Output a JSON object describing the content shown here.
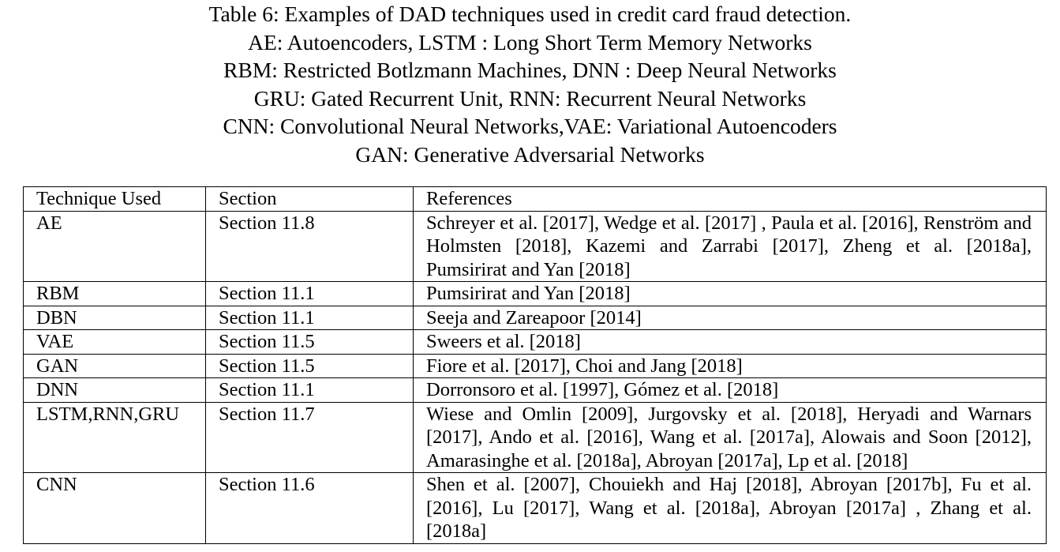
{
  "caption": {
    "lines": [
      "Table 6: Examples of DAD techniques used in credit card fraud detection.",
      "AE: Autoencoders, LSTM : Long Short Term Memory Networks",
      "RBM: Restricted Botlzmann Machines, DNN : Deep Neural Networks",
      "GRU: Gated Recurrent Unit, RNN: Recurrent Neural Networks",
      "CNN: Convolutional Neural Networks,VAE: Variational Autoencoders",
      "GAN: Generative Adversarial Networks"
    ]
  },
  "table": {
    "headers": [
      "Technique Used",
      "Section",
      "References"
    ],
    "rows": [
      {
        "technique": "AE",
        "section": "Section  11.8",
        "references": "Schreyer et al. [2017], Wedge et al. [2017] , Paula et al. [2016], Renström and Holmsten [2018], Kazemi and Zarrabi [2017], Zheng et al. [2018a], Pumsirirat and Yan [2018]"
      },
      {
        "technique": "RBM",
        "section": "Section  11.1",
        "references": "Pumsirirat and Yan [2018]"
      },
      {
        "technique": "DBN",
        "section": "Section  11.1",
        "references": "Seeja and Zareapoor [2014]"
      },
      {
        "technique": "VAE",
        "section": "Section  11.5",
        "references": "Sweers et al. [2018]"
      },
      {
        "technique": "GAN",
        "section": "Section  11.5",
        "references": "Fiore et al. [2017], Choi and Jang [2018]"
      },
      {
        "technique": "DNN",
        "section": "Section  11.1",
        "references": "Dorronsoro et al. [1997],  Gómez et al. [2018]"
      },
      {
        "technique": "LSTM,RNN,GRU",
        "section": "Section  11.7",
        "references": "Wiese and Omlin [2009],  Jurgovsky et al. [2018], Heryadi and Warnars [2017], Ando et al. [2016], Wang et al. [2017a], Alowais and Soon [2012], Amarasinghe et al. [2018a], Abroyan [2017a], Lp et al. [2018]"
      },
      {
        "technique": "CNN",
        "section": "Section  11.6",
        "references": "Shen et al. [2007], Chouiekh and Haj [2018], Abroyan [2017b], Fu et al. [2016], Lu [2017], Wang et al. [2018a], Abroyan [2017a] , Zhang et al. [2018a]"
      }
    ]
  }
}
